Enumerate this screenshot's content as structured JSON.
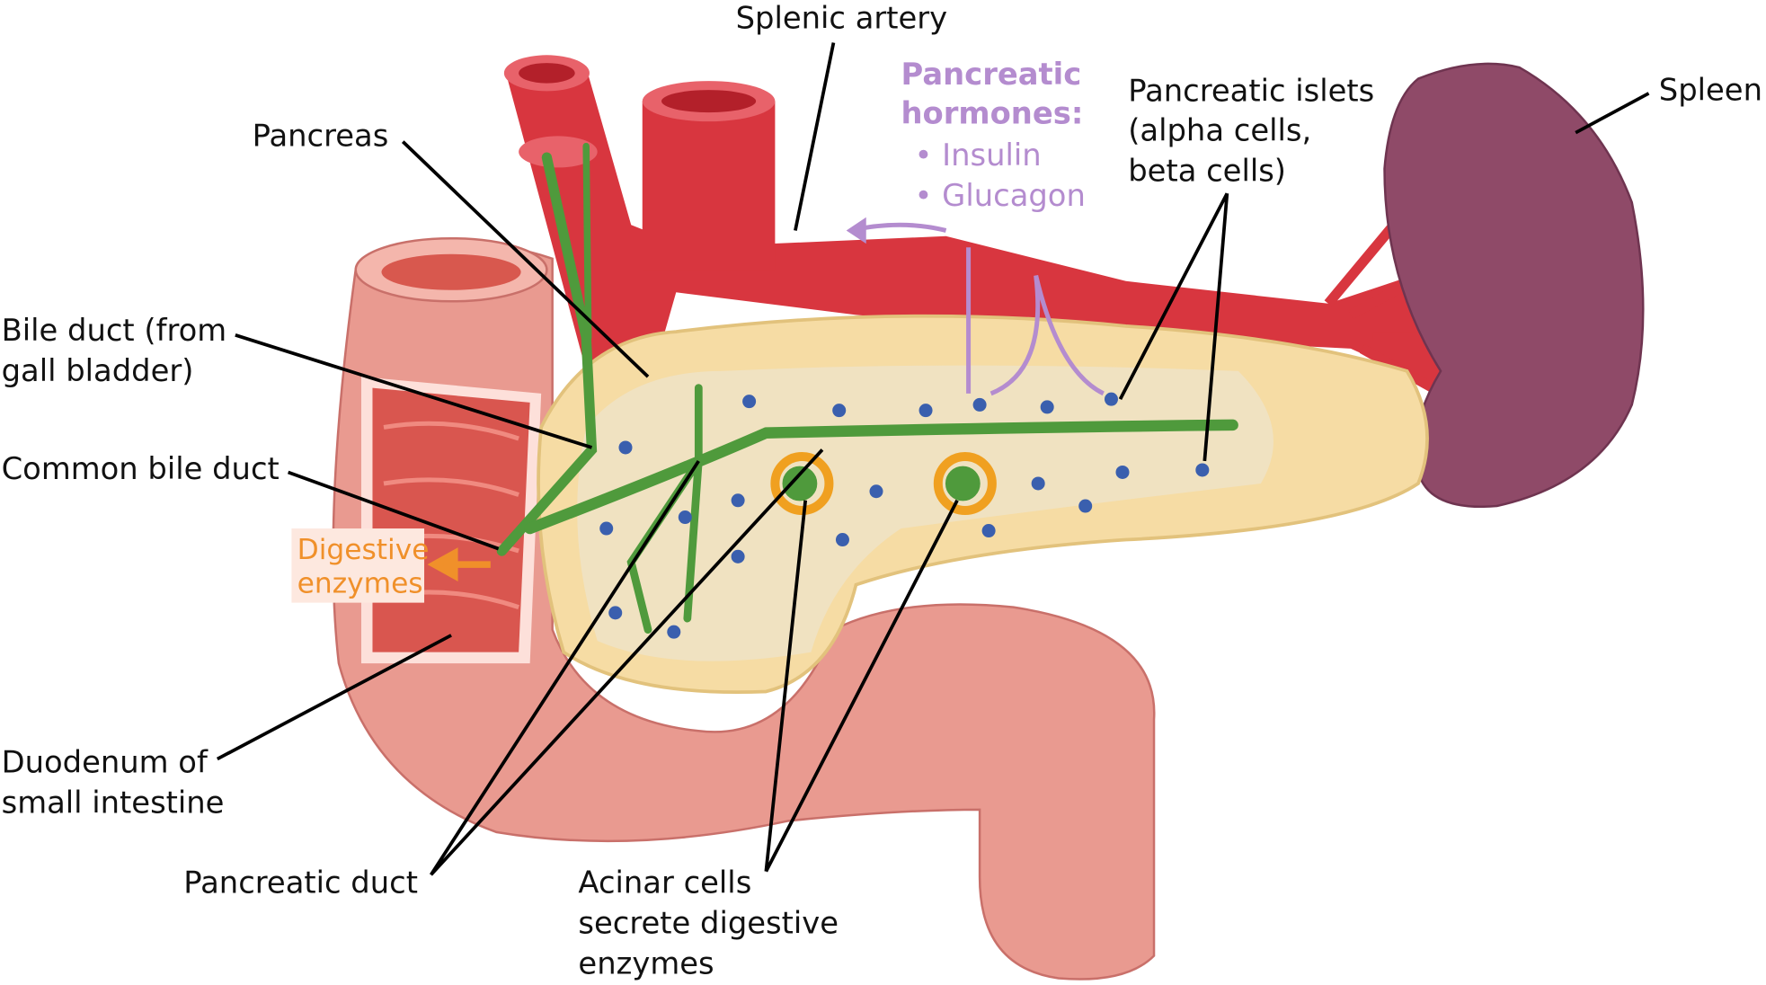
{
  "labels": {
    "splenic_artery": "Splenic artery",
    "pancreatic_hormones_title": [
      "Pancreatic",
      "hormones:"
    ],
    "hormones": [
      "• Insulin",
      "• Glucagon"
    ],
    "pancreatic_islets": [
      "Pancreatic islets",
      "(alpha cells,",
      "beta cells)"
    ],
    "spleen": "Spleen",
    "pancreas": "Pancreas",
    "bile_duct": [
      "Bile duct (from",
      "gall bladder)"
    ],
    "common_bile_duct": "Common bile duct",
    "digestive_enzymes": [
      "Digestive",
      "enzymes"
    ],
    "duodenum": [
      "Duodenum of",
      "small intestine"
    ],
    "pancreatic_duct": "Pancreatic duct",
    "acinar_cells": [
      "Acinar cells",
      "secrete digestive",
      "enzymes"
    ]
  },
  "colors": {
    "artery": "#d8363f",
    "pancreas": "#f6dca4",
    "duodenum": "#e99a90",
    "spleen": "#8f4a68",
    "duct": "#4f9a3c",
    "hormone_text": "#b48ccf",
    "enzyme_text": "#f0902a",
    "islet": "#3a5fae"
  }
}
